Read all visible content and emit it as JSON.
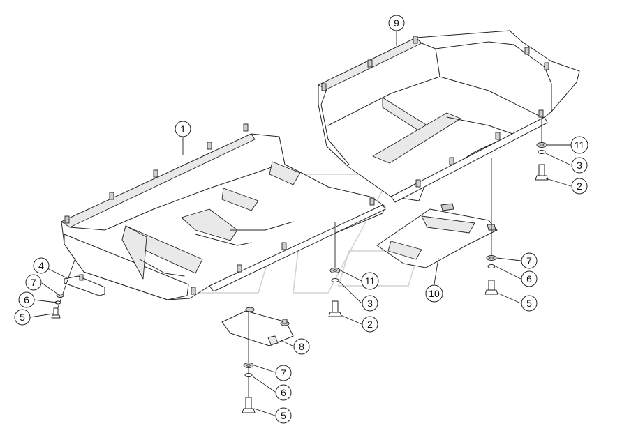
{
  "callouts": [
    {
      "id": "c1",
      "label": "1"
    },
    {
      "id": "c2a",
      "label": "2"
    },
    {
      "id": "c2b",
      "label": "2"
    },
    {
      "id": "c3a",
      "label": "3"
    },
    {
      "id": "c3b",
      "label": "3"
    },
    {
      "id": "c4",
      "label": "4"
    },
    {
      "id": "c5a",
      "label": "5"
    },
    {
      "id": "c5b",
      "label": "5"
    },
    {
      "id": "c5c",
      "label": "5"
    },
    {
      "id": "c6a",
      "label": "6"
    },
    {
      "id": "c6b",
      "label": "6"
    },
    {
      "id": "c6c",
      "label": "6"
    },
    {
      "id": "c7a",
      "label": "7"
    },
    {
      "id": "c7b",
      "label": "7"
    },
    {
      "id": "c7c",
      "label": "7"
    },
    {
      "id": "c8",
      "label": "8"
    },
    {
      "id": "c9",
      "label": "9"
    },
    {
      "id": "c10",
      "label": "10"
    },
    {
      "id": "c11a",
      "label": "11"
    },
    {
      "id": "c11b",
      "label": "11"
    }
  ]
}
